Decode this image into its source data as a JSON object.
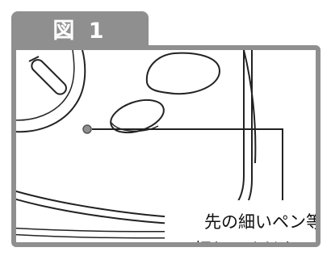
{
  "figure": {
    "tab_label": "図 1",
    "caption_lines": [
      "先の細いペン等",
      "で押してください。"
    ]
  },
  "colors": {
    "frame": "#8f8f8f",
    "line": "#222222",
    "dot": "#8f8f8f"
  }
}
